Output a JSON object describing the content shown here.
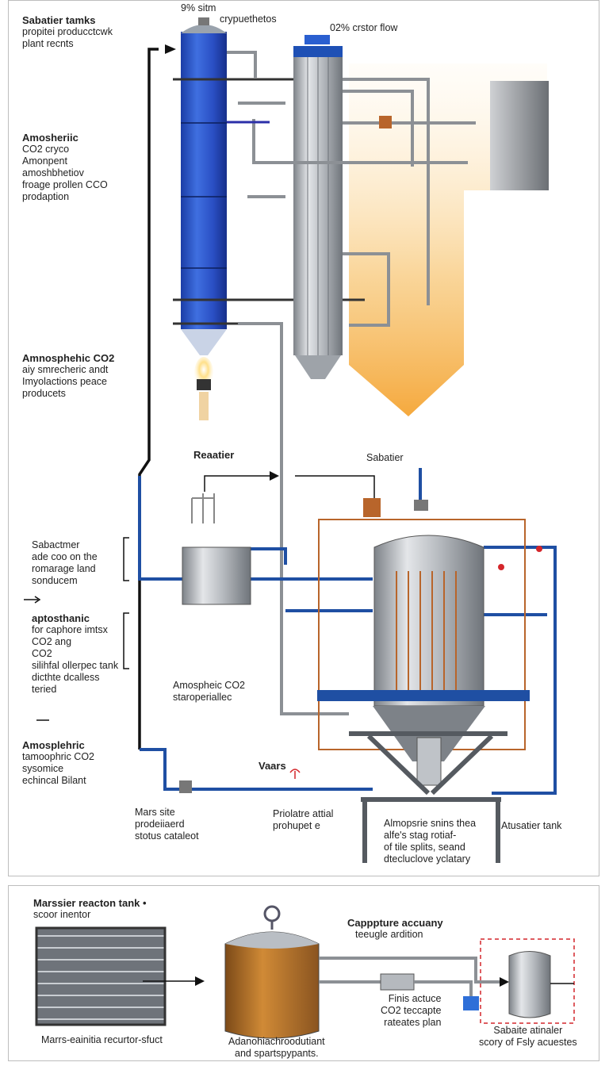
{
  "colors": {
    "pipe_blue": "#1f4fa3",
    "column_blue": "#2d55c9",
    "steel": "#a9adb3",
    "copper": "#b8652b",
    "glow_orange": "#f5a623",
    "tank_brown": "#b5722a",
    "dark_gray": "#555a60",
    "red_valve": "#d4262b"
  },
  "top": {
    "label_top_1": "9% sitm",
    "label_top_2": "crypuethetos",
    "label_top_3": "02% crstor flow",
    "left_notes": [
      {
        "title": "Sabatier tamks",
        "lines": "propitei producctcwk\nplant recnts"
      },
      {
        "title": "Amosheriic",
        "lines": "CO2 cryco\nAmonpent\namoshbhetiov\nfroage prollen CCO\nprodaption"
      },
      {
        "title": "Amnosphehic CO2",
        "lines": "aiy smrecheric andt\nImyolactions peace\nproducets"
      },
      {
        "title": "Sabactmer",
        "lines": "ade coo on the\nromarage land\nsonducem",
        "plain": true
      },
      {
        "title": "aptosthanic",
        "lines": "for caphore imtsx\nCO2 ang\nCO2\nsilihfal ollerpec tank\ndicthte dcalless\nteried"
      },
      {
        "title": "Amosplehric",
        "lines": "tamoophric CO2\nsysomice\nechincal Bilant"
      }
    ],
    "label_reaatier": "Reaatier",
    "label_sabatier": "Sabatier",
    "label_center": "Amospheic CO2\nstaroperiallec",
    "label_vaars": "Vaars",
    "label_mars_site": "Mars site\nprodeiiaerd\nstotus cataleot",
    "label_priolatre": "Priolatre attial\nprohupet e",
    "label_almopsrie": "Almopsrie snins thea\nalfe's stag rotiaf-\nof tile splits, seand\ndtecluclove yclatary",
    "label_atusatier": "Atusatier tank"
  },
  "bottom": {
    "title": "Marssier reacton tank",
    "subtitle": "scoor inentor",
    "capture_title": "Capppture accuany",
    "capture_sub": "teeugle ardition",
    "cap_mars": "Marrs-eainitia recurtor-sfuct",
    "cap_tank": "Adanohiachroodutiant\nand spartspypants.",
    "cap_finis": "Finis actuce\nCO2 teccapte\nrateates plan",
    "cap_sabaite": "Sabaite atinaler\nscory of Fsly acuestes"
  }
}
